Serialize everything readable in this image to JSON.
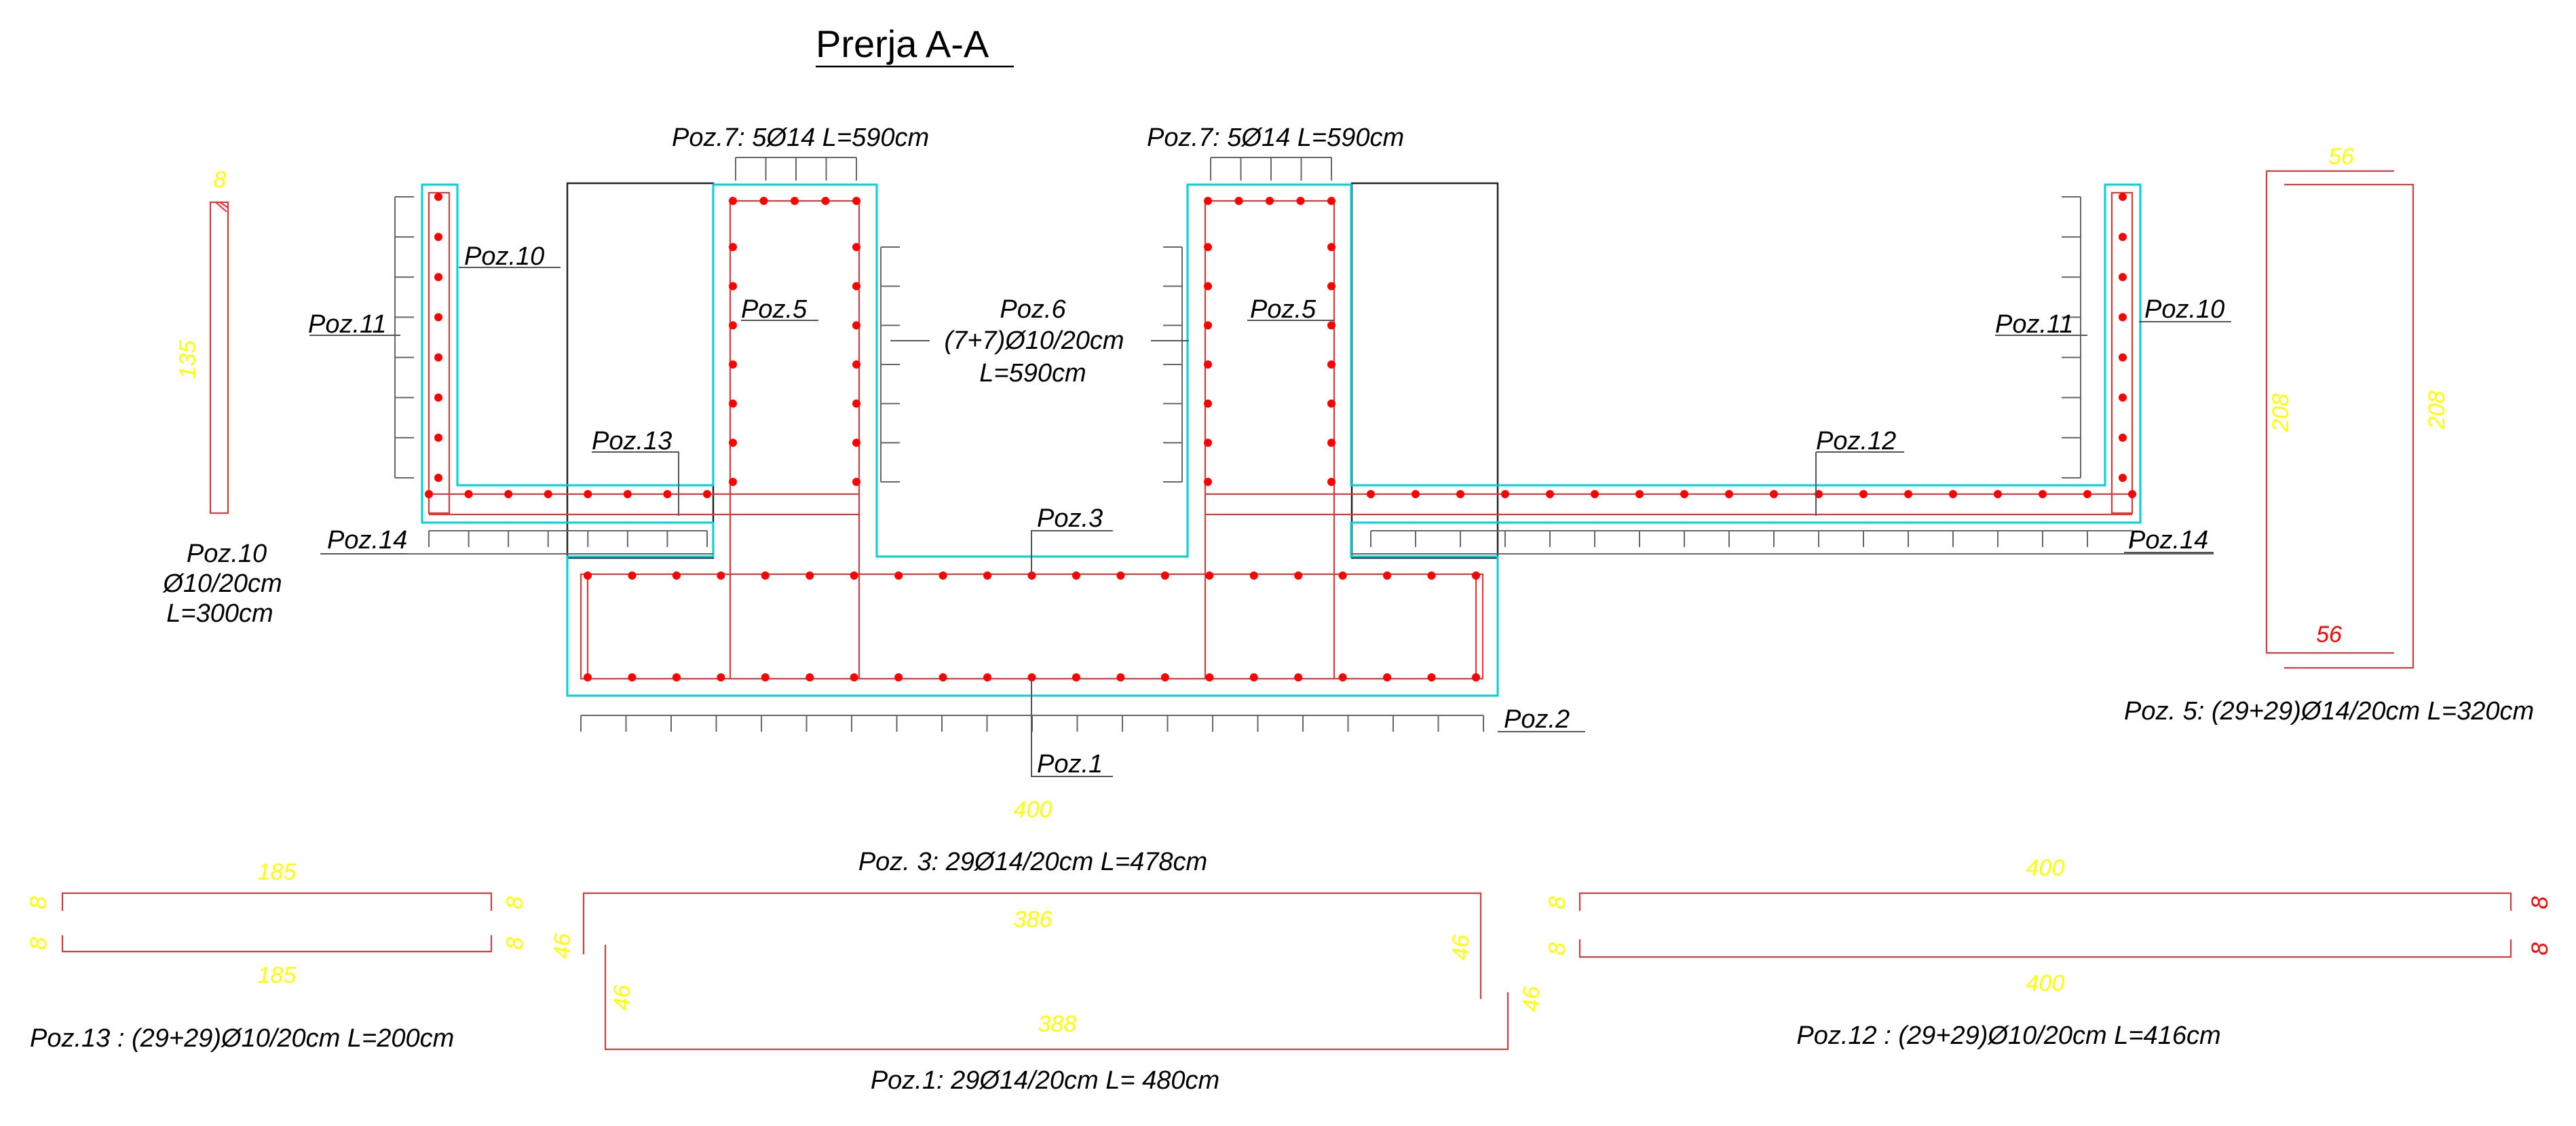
{
  "title": "Prerja  A-A",
  "labels": {
    "poz7_left": "Poz.7: 5Ø14  L=590cm",
    "poz7_right": "Poz.7: 5Ø14  L=590cm",
    "poz10_left": "Poz.10",
    "poz10_right": "Poz.10",
    "poz11_left": "Poz.11",
    "poz11_right": "Poz.11",
    "poz5_left": "Poz.5",
    "poz5_right": "Poz.5",
    "poz6_line1": "Poz.6",
    "poz6_line2": "(7+7)Ø10/20cm",
    "poz6_line3": "L=590cm",
    "poz13": "Poz.13",
    "poz12": "Poz.12",
    "poz14_left": "Poz.14",
    "poz14_right": "Poz.14",
    "poz3": "Poz.3",
    "poz2": "Poz.2",
    "poz1": "Poz.1"
  },
  "schedules": {
    "poz10_line1": "Poz.10",
    "poz10_line2": "Ø10/20cm",
    "poz10_line3": "L=300cm",
    "poz5": "Poz. 5: (29+29)Ø14/20cm  L=320cm",
    "poz3": "Poz. 3: 29Ø14/20cm  L=478cm",
    "poz13": "Poz.13 : (29+29)Ø10/20cm  L=200cm",
    "poz1": "Poz.1: 29Ø14/20cm  L= 480cm",
    "poz12": "Poz.12 : (29+29)Ø10/20cm  L=416cm"
  },
  "dims": {
    "poz10_hook": "8",
    "poz10_len": "135",
    "poz5_top": "56",
    "poz5_bottom": "56",
    "poz5_left": "208",
    "poz5_right": "208",
    "poz3_total": "400",
    "poz13_top": "185",
    "poz13_bottom": "185",
    "poz13_h1": "8",
    "poz13_h2": "8",
    "poz13_h3": "8",
    "poz13_h4": "8",
    "poz3_top": "386",
    "poz3_left": "46",
    "poz3_right": "46",
    "poz1_len": "388",
    "poz1_left": "46",
    "poz1_right": "46",
    "poz12_top": "400",
    "poz12_bottom": "400",
    "poz12_h1": "8",
    "poz12_h2": "8",
    "poz12_h3": "8",
    "poz12_h4": "8"
  },
  "colors": {
    "concrete_outline": "#00d0d8",
    "rebar": "#ff0000",
    "dimension_text": "#ffff00",
    "dimension_text_alt": "#ff0000",
    "text": "#000000"
  }
}
